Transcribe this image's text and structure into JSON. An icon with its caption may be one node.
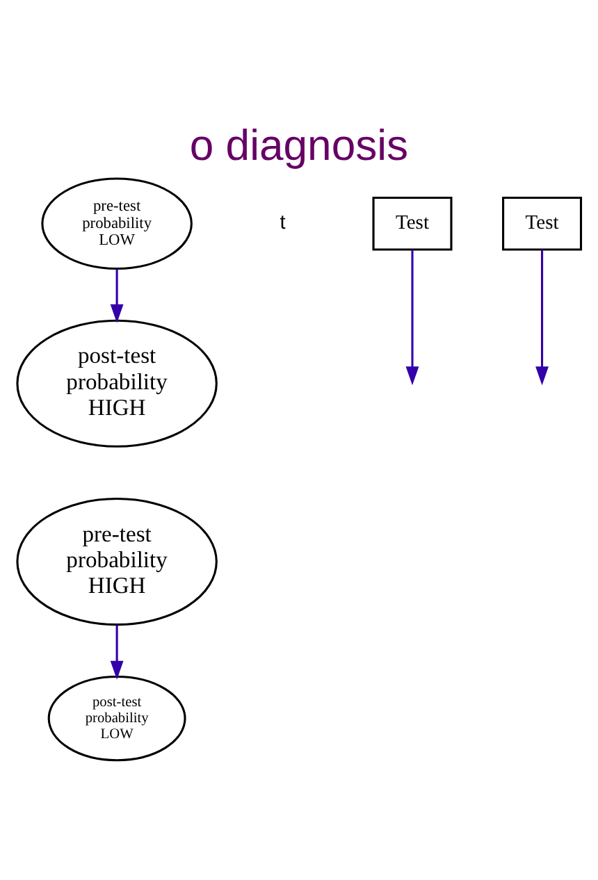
{
  "diagram": {
    "title": "o diagnosis",
    "nodes": [
      {
        "text": [
          "post-test probability HIGH"
        ]
      },
      {
        "text": [
          "pre-test probability LOW"
        ]
      },
      {
        "text": [
          "Test"
        ]
      },
      {
        "text": [
          "pre-test probability HIGH"
        ]
      },
      {
        "text": [
          "Test"
        ]
      },
      {
        "text": [
          "post-test probability LOW"
        ]
      }
    ],
    "edges": [
      {
        "from": 1,
        "to": 0,
        "arrow": "to",
        "color": "#3300aa"
      },
      {
        "from": 2,
        "to": null,
        "arrow": "to",
        "color": "#3300aa"
      },
      {
        "from": 3,
        "to": 5,
        "arrow": "to",
        "color": "#3300aa"
      },
      {
        "from": 4,
        "to": null,
        "arrow": "to",
        "color": "#3300aa"
      }
    ],
    "labels": [
      "t"
    ]
  }
}
